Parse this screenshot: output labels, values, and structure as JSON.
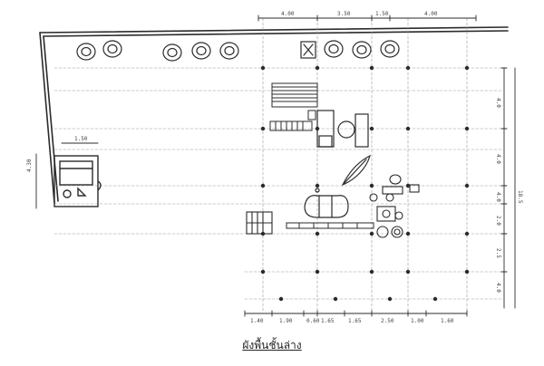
{
  "caption": "ผังพื้นชั้นล่าง",
  "dimensions": {
    "top": [
      "4.00",
      "3.50",
      "1.50",
      "4.00"
    ],
    "bottom": [
      "1.40",
      "1.90",
      "0.60",
      "1.65",
      "1.65",
      "2.50",
      "1.00",
      "1.60"
    ],
    "right": [
      "4.0",
      "4.0",
      "4.0",
      "2.0",
      "2.5",
      "4.0"
    ],
    "right_total": "18.5",
    "annex_top": "1.50",
    "annex_side": "4.30"
  },
  "colors": {
    "ink": "#2b2b2b",
    "grid": "#9a9a9a",
    "paper": "#ffffff"
  },
  "icons": {
    "plant_pots": "round-planter-icon",
    "tree": "leaf-icon",
    "lamp": "cross-box-icon"
  }
}
